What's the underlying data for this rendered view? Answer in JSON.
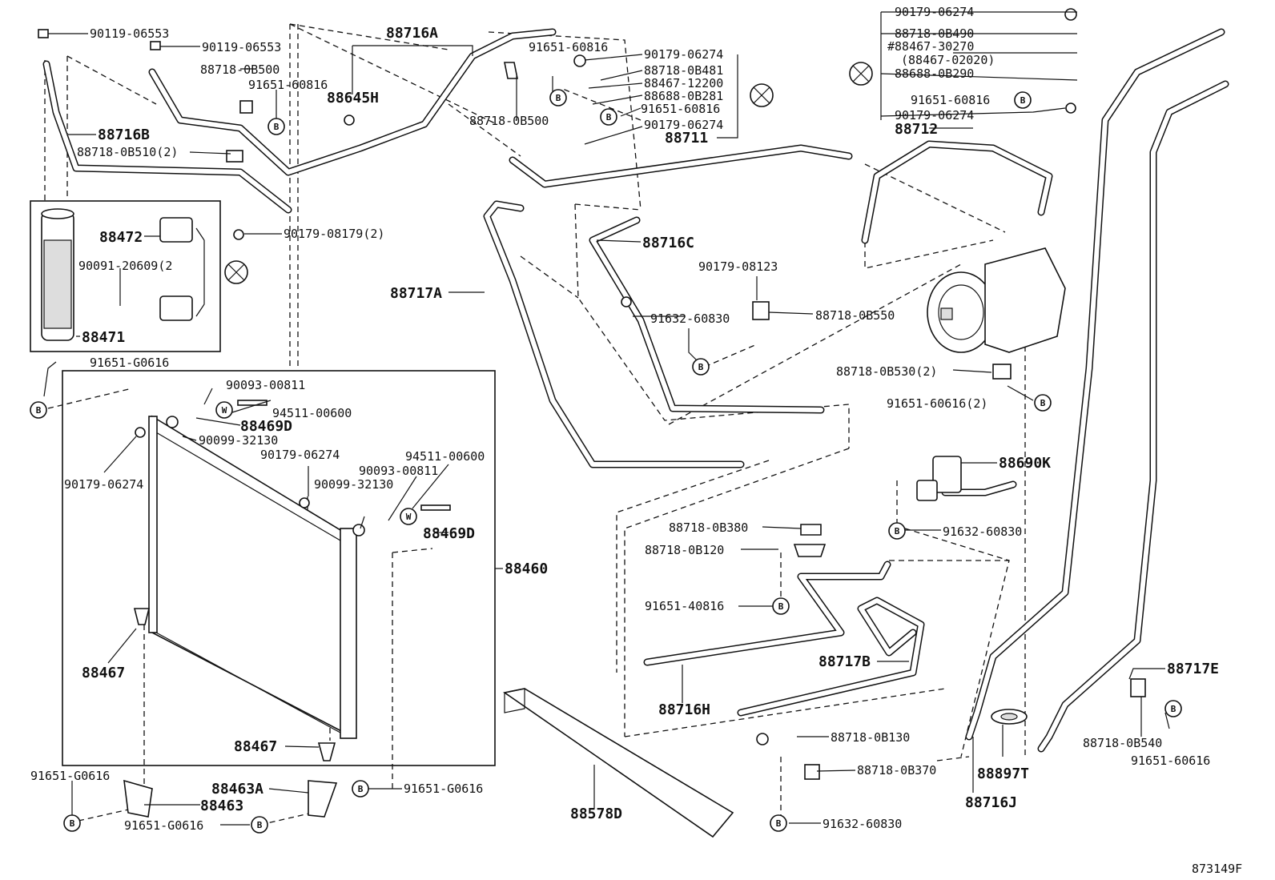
{
  "diagram_code": "873149F",
  "bubbles": {
    "b": "B",
    "w": "W"
  },
  "labels": {
    "l1": "90119-06553",
    "l2": "90119-06553",
    "l3": "88716A",
    "l4": "91651-60816",
    "l5": "90179-06274",
    "l6": "88718-0B500",
    "l7": "91651-60816",
    "l8": "88645H",
    "l9": "88716B",
    "l10": "88718-0B510(2)",
    "l11": "88718-0B481",
    "l12": "88467-12200",
    "l13": "88688-0B281",
    "l14": "91651-60816",
    "l15": "90179-06274",
    "l16": "88711",
    "l17": "88718-0B500",
    "l18": "90179-06274",
    "l19": "88718-0B490",
    "l20": "#88467-30270",
    "l21": "(88467-02020)",
    "l22": "88688-0B290",
    "l23": "91651-60816",
    "l24": "90179-06274",
    "l25": "88712",
    "l26": "88472",
    "l27": "90179-08179(2)",
    "l28": "90091-20609(2",
    "l29": "88471",
    "l30": "88716C",
    "l31": "88717A",
    "l32": "90179-08123",
    "l33": "88718-0B550",
    "l34": "91632-60830",
    "l35": "88718-0B530(2)",
    "l36": "91651-60616(2)",
    "l37": "91651-G0616",
    "l38": "90093-00811",
    "l39": "94511-00600",
    "l40": "88469D",
    "l41": "90099-32130",
    "l42": "90179-06274",
    "l43": "90179-06274",
    "l44": "94511-00600",
    "l45": "90093-00811",
    "l46": "90099-32130",
    "l47": "88469D",
    "l48": "88460",
    "l49": "88690K",
    "l50": "91632-60830",
    "l51": "88718-0B380",
    "l52": "88718-0B120",
    "l53": "91651-40816",
    "l54": "88717B",
    "l55": "88717E",
    "l56": "88467",
    "l57": "88716H",
    "l58": "88467",
    "l59": "88718-0B130",
    "l60": "88718-0B540",
    "l61": "91651-60616",
    "l62": "88718-0B370",
    "l63": "88897T",
    "l64": "91651-G0616",
    "l65": "88463A",
    "l66": "88463",
    "l67": "91651-G0616",
    "l68": "91651-G0616",
    "l69": "88578D",
    "l70": "91632-60830",
    "l71": "88716J"
  }
}
